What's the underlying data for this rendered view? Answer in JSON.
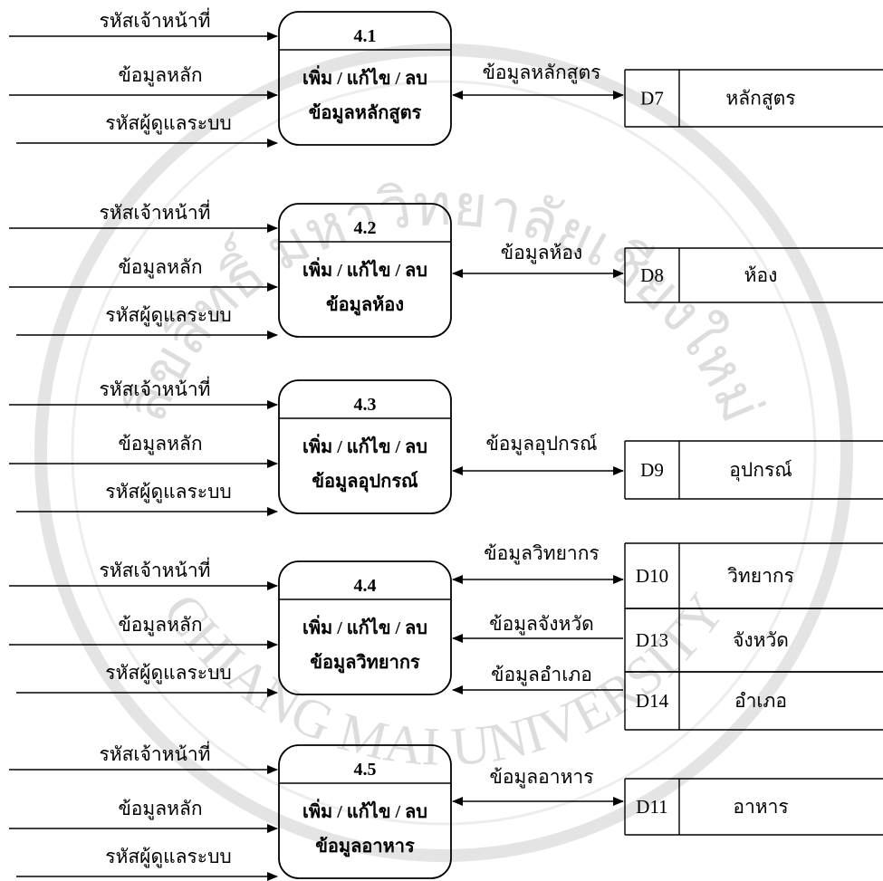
{
  "watermark": {
    "top_text": "ลิขสิทธิ์ มหาวิทยาลัยเชียงใหม่",
    "bottom_text": "CHIANG MAI UNIVERSITY"
  },
  "processes": [
    {
      "id": "4.1",
      "action": "เพิ่ม / แก้ไข / ลบ",
      "subject": "ข้อมูลหลักสูตร",
      "inputs": [
        "รหัสเจ้าหน้าที่",
        "ข้อมูลหลัก",
        "รหัสผู้ดูแลระบบ"
      ],
      "stores": [
        {
          "flow": "ข้อมูลหลักสูตร",
          "id": "D7",
          "name": "หลักสูตร",
          "direction": "both"
        }
      ]
    },
    {
      "id": "4.2",
      "action": "เพิ่ม / แก้ไข / ลบ",
      "subject": "ข้อมูลห้อง",
      "inputs": [
        "รหัสเจ้าหน้าที่",
        "ข้อมูลหลัก",
        "รหัสผู้ดูแลระบบ"
      ],
      "stores": [
        {
          "flow": "ข้อมูลห้อง",
          "id": "D8",
          "name": "ห้อง",
          "direction": "both"
        }
      ]
    },
    {
      "id": "4.3",
      "action": "เพิ่ม / แก้ไข / ลบ",
      "subject": "ข้อมูลอุปกรณ์",
      "inputs": [
        "รหัสเจ้าหน้าที่",
        "ข้อมูลหลัก",
        "รหัสผู้ดูแลระบบ"
      ],
      "stores": [
        {
          "flow": "ข้อมูลอุปกรณ์",
          "id": "D9",
          "name": "อุปกรณ์",
          "direction": "both"
        }
      ]
    },
    {
      "id": "4.4",
      "action": "เพิ่ม / แก้ไข / ลบ",
      "subject": "ข้อมูลวิทยากร",
      "inputs": [
        "รหัสเจ้าหน้าที่",
        "ข้อมูลหลัก",
        "รหัสผู้ดูแลระบบ"
      ],
      "stores": [
        {
          "flow": "ข้อมูลวิทยากร",
          "id": "D10",
          "name": "วิทยากร",
          "direction": "both"
        },
        {
          "flow": "ข้อมูลจังหวัด",
          "id": "D13",
          "name": "จังหวัด",
          "direction": "to_process"
        },
        {
          "flow": "ข้อมูลอำเภอ",
          "id": "D14",
          "name": "อำเภอ",
          "direction": "to_process"
        }
      ]
    },
    {
      "id": "4.5",
      "action": "เพิ่ม / แก้ไข / ลบ",
      "subject": "ข้อมูลอาหาร",
      "inputs": [
        "รหัสเจ้าหน้าที่",
        "ข้อมูลหลัก",
        "รหัสผู้ดูแลระบบ"
      ],
      "stores": [
        {
          "flow": "ข้อมูลอาหาร",
          "id": "D11",
          "name": "อาหาร",
          "direction": "both"
        }
      ]
    }
  ]
}
